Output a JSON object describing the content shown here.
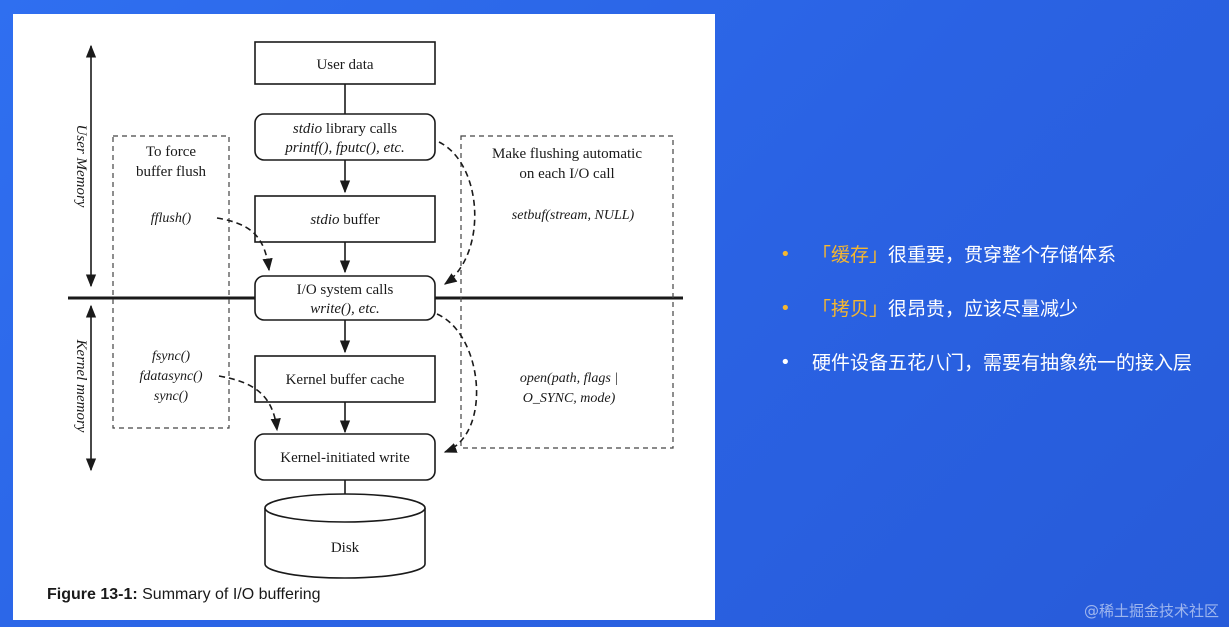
{
  "figure": {
    "nodes": {
      "user_data": "User data",
      "stdio_calls_1_italic": "stdio",
      "stdio_calls_1_rest": " library calls",
      "stdio_calls_2": "printf(), fputc(), etc.",
      "stdio_buffer_italic": "stdio",
      "stdio_buffer_rest": " buffer",
      "io_calls_1": "I/O system calls",
      "io_calls_2": "write(), etc.",
      "kernel_buffer_cache": "Kernel buffer cache",
      "kernel_initiated_write": "Kernel-initiated write",
      "disk": "Disk"
    },
    "side_labels": {
      "user_memory": "User Memory",
      "kernel_memory": "Kernel memory"
    },
    "left_box": {
      "title_1": "To force",
      "title_2": "buffer flush",
      "fflush": "fflush()",
      "fsync": "fsync()",
      "fdatasync": "fdatasync()",
      "sync": "sync()"
    },
    "right_box": {
      "title_1": "Make flushing automatic",
      "title_2": "on each I/O call",
      "setbuf": "setbuf(stream, NULL)",
      "open_1": "open(path, flags |",
      "open_2": "O_SYNC, mode)"
    },
    "caption_bold": "Figure 13-1:",
    "caption_rest": " Summary of I/O buffering"
  },
  "bullets": [
    {
      "highlight": "「缓存」",
      "text": "很重要，贯穿整个存储体系",
      "dot_color": "#f5b731"
    },
    {
      "highlight": "「拷贝」",
      "text": "很昂贵，应该尽量减少",
      "dot_color": "#f5b731"
    },
    {
      "highlight": "",
      "text": "硬件设备五花八门，需要有抽象统一的接入层",
      "dot_color": "#ffffff"
    }
  ],
  "bullet_symbol": "•",
  "watermark": "@稀土掘金技术社区",
  "colors": {
    "background": "#2a66e8",
    "accent": "#f5b731"
  }
}
